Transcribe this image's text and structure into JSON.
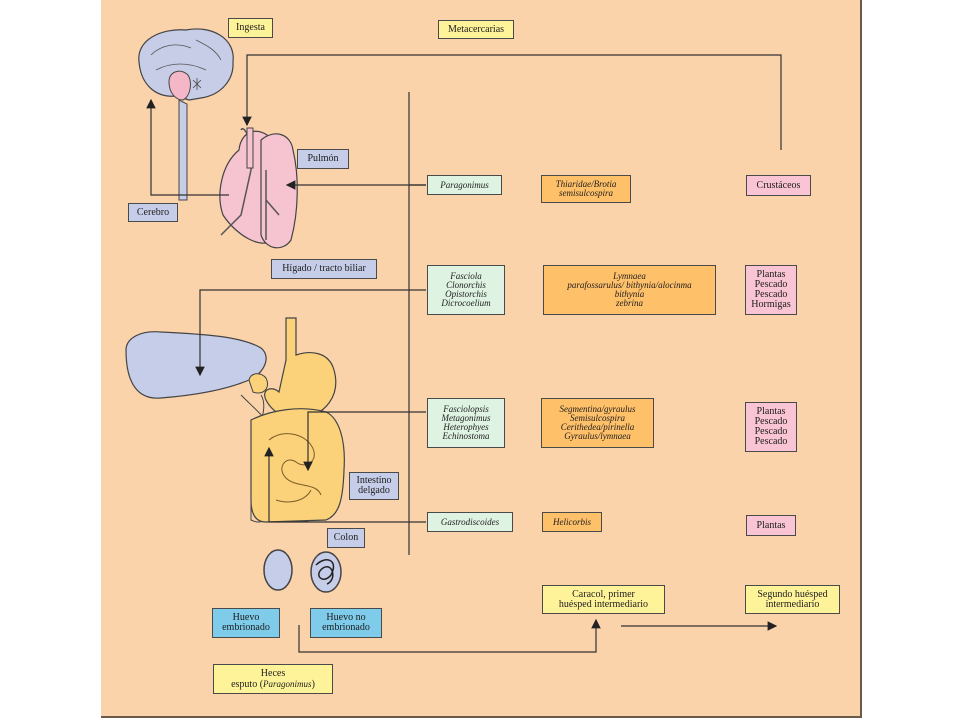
{
  "labels": {
    "ingesta": "Ingesta",
    "metacercarias": "Metacercarias",
    "pulmon": "Pulmón",
    "cerebro": "Cerebro",
    "higado": "Hígado / tracto biliar",
    "intestino": [
      "Intestino",
      "delgado"
    ],
    "colon": "Colon",
    "huevo_embrionado": [
      "Huevo",
      "embrionado"
    ],
    "huevo_no_embrionado": [
      "Huevo no",
      "embrionado"
    ],
    "heces": [
      "Heces",
      "esputo (",
      "Paragonimus",
      ")"
    ],
    "caracol": [
      "Caracol, primer",
      "huésped intermediario"
    ],
    "segundo": [
      "Segundo huésped",
      "intermediario"
    ]
  },
  "rows": [
    {
      "parasites": [
        "Paragonimus"
      ],
      "snails": [
        "Thiaridae/Brotia",
        "semisulcospira"
      ],
      "second_hosts": [
        "Crustáceos"
      ]
    },
    {
      "parasites": [
        "Fasciola",
        "Clonorchis",
        "Opistorchis",
        "Dicrocoelium"
      ],
      "snails": [
        "Lymnaea",
        "parafossarulus/ bithynia/alocinma",
        "bithynia",
        "zebrina"
      ],
      "second_hosts": [
        "Plantas",
        "Pescado",
        "Pescado",
        "Hormigas"
      ]
    },
    {
      "parasites": [
        "Fasciolopsis",
        "Metagonimus",
        "Heterophyes",
        "Echinostoma"
      ],
      "snails": [
        "Segmentina/gyraulus",
        "Semisulcospira",
        "Cerithedea/pirinella",
        "Gyraulus/lymnaea"
      ],
      "second_hosts": [
        "Plantas",
        "Pescado",
        "Pescado",
        "Pescado"
      ]
    },
    {
      "parasites": [
        "Gastrodiscoides"
      ],
      "snails": [
        "Helicorbis"
      ],
      "second_hosts": [
        "Plantas"
      ]
    }
  ],
  "colors": {
    "background": "#fbd3ab",
    "yellow_box": "#fff39a",
    "blue_box": "#c6cde8",
    "green_box": "#dff3e3",
    "orange_box": "#ffc06a",
    "pink_box": "#f9c4d4",
    "cyan_box": "#7ecbea",
    "brain": "#c7cde6",
    "lungs": "#f6c3d0",
    "liver": "#c6cde8",
    "intestine": "#fbd27a"
  }
}
